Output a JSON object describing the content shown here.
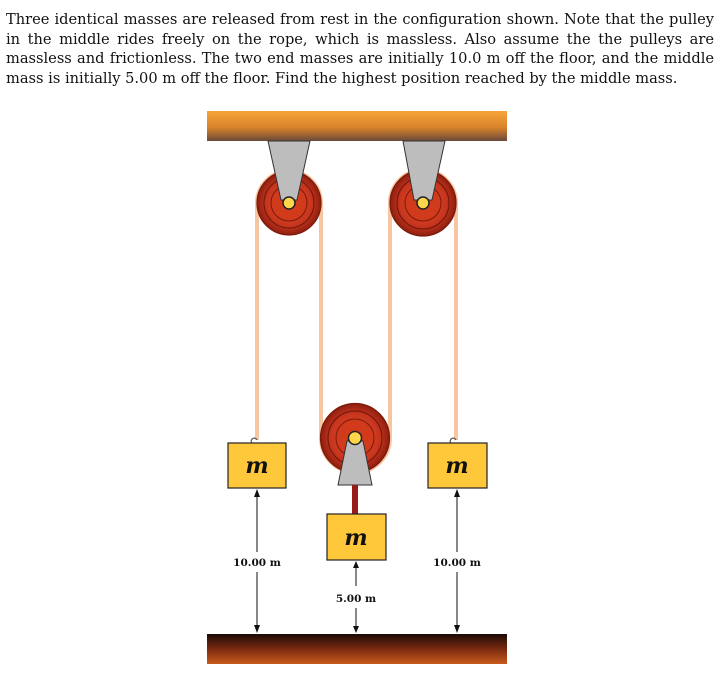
{
  "problem": {
    "text": "Three identical masses are released from rest in the configuration shown. Note that the pulley in the middle rides freely on the rope, which is massless. Also assume the the pulleys are massless and frictionless. The two end masses are initially 10.0 m off the floor, and the middle mass is initially 5.00 m off the floor. Find the highest position reached by the middle mass."
  },
  "figure": {
    "masses": {
      "left_label": "m",
      "middle_label": "m",
      "right_label": "m"
    },
    "dimensions": {
      "left_height": "10.00 m",
      "middle_height": "5.00 m",
      "right_height": "10.00 m"
    },
    "colors": {
      "ceiling": "#F0962C",
      "floor": "#8B2A10",
      "rope": "#F7C6A0",
      "pulley": "#C8361E",
      "bracket": "#BDBDBD",
      "mass_fill": "#FFC83A"
    }
  }
}
